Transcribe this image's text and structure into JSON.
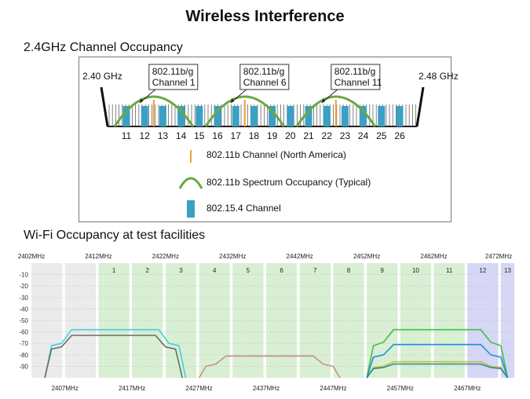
{
  "page": {
    "title": "Wireless Interference",
    "section1_heading": "2.4GHz Channel Occupancy",
    "section2_heading": "Wi-Fi Occupancy at test facilities"
  },
  "colors": {
    "zigbee": "#3aa0c4",
    "spectrum": "#6aa842",
    "channel_line": "#f0a030",
    "wifi_band": "#d9efd4",
    "wifi_band_alt": "#d6d6f6",
    "gray_band": "#ebebeb"
  },
  "chart_data": [
    {
      "type": "diagram",
      "band_start_label": "2.40 GHz",
      "band_end_label": "2.48 GHz",
      "zigbee_channels": [
        "11",
        "12",
        "13",
        "14",
        "15",
        "16",
        "17",
        "18",
        "19",
        "20",
        "21",
        "22",
        "23",
        "24",
        "25",
        "26"
      ],
      "wifi_channels": [
        {
          "label_line1": "802.11b/g",
          "label_line2": "Channel 1",
          "center_between": [
            "12",
            "13"
          ]
        },
        {
          "label_line1": "802.11b/g",
          "label_line2": "Channel 6",
          "center_between": [
            "17",
            "18"
          ]
        },
        {
          "label_line1": "802.11b/g",
          "label_line2": "Channel 11",
          "center_between": [
            "22",
            "23"
          ]
        }
      ],
      "legend": [
        {
          "symbol": "line",
          "label": "802.11b Channel (North America)"
        },
        {
          "symbol": "arc",
          "label": "802.11b Spectrum Occupancy (Typical)"
        },
        {
          "symbol": "bar",
          "label": "802.15.4 Channel"
        }
      ]
    },
    {
      "type": "area",
      "ylim": [
        -100,
        0
      ],
      "y_ticks": [
        -10,
        -20,
        -30,
        -40,
        -50,
        -60,
        -70,
        -80,
        -90
      ],
      "x_range_mhz": [
        2402,
        2474
      ],
      "top_freq_labels": [
        "2402MHz",
        "2412MHz",
        "2422MHz",
        "2432MHz",
        "2442MHz",
        "2452MHz",
        "2462MHz",
        "2472MHz"
      ],
      "top_freq_values": [
        2402,
        2412,
        2422,
        2432,
        2442,
        2452,
        2462,
        2472
      ],
      "bottom_freq_labels": [
        "2407MHz",
        "2417MHz",
        "2427MHz",
        "2437MHz",
        "2447MHz",
        "2457MHz",
        "2467MHz"
      ],
      "bottom_freq_values": [
        2407,
        2417,
        2427,
        2437,
        2447,
        2457,
        2467
      ],
      "channels": [
        {
          "label": "",
          "start": 2402,
          "end": 2406.6,
          "style": "gray"
        },
        {
          "label": "",
          "start": 2407,
          "end": 2411.6,
          "style": "gray"
        },
        {
          "label": "1",
          "start": 2412,
          "end": 2416.6,
          "style": "green"
        },
        {
          "label": "2",
          "start": 2417,
          "end": 2421.6,
          "style": "green"
        },
        {
          "label": "3",
          "start": 2422,
          "end": 2426.6,
          "style": "green"
        },
        {
          "label": "4",
          "start": 2427,
          "end": 2431.6,
          "style": "green"
        },
        {
          "label": "5",
          "start": 2432,
          "end": 2436.6,
          "style": "green"
        },
        {
          "label": "6",
          "start": 2437,
          "end": 2441.6,
          "style": "green"
        },
        {
          "label": "7",
          "start": 2442,
          "end": 2446.6,
          "style": "green"
        },
        {
          "label": "8",
          "start": 2447,
          "end": 2451.6,
          "style": "green"
        },
        {
          "label": "9",
          "start": 2452,
          "end": 2456.6,
          "style": "green"
        },
        {
          "label": "10",
          "start": 2457,
          "end": 2461.6,
          "style": "green"
        },
        {
          "label": "11",
          "start": 2462,
          "end": 2466.6,
          "style": "green"
        },
        {
          "label": "12",
          "start": 2467,
          "end": 2471.6,
          "style": "blue"
        },
        {
          "label": "13",
          "start": 2472,
          "end": 2474,
          "style": "blue"
        }
      ],
      "series": [
        {
          "color": "#40d0e0",
          "points": [
            [
              2404,
              -100
            ],
            [
              2405,
              -72
            ],
            [
              2406.5,
              -70
            ],
            [
              2408,
              -58
            ],
            [
              2421,
              -58
            ],
            [
              2422.5,
              -70
            ],
            [
              2424,
              -72
            ],
            [
              2425,
              -100
            ]
          ]
        },
        {
          "color": "#6a6a6a",
          "points": [
            [
              2404,
              -100
            ],
            [
              2405,
              -75
            ],
            [
              2406.5,
              -73
            ],
            [
              2408,
              -63
            ],
            [
              2420.5,
              -63
            ],
            [
              2422,
              -73
            ],
            [
              2423.5,
              -75
            ],
            [
              2424.5,
              -100
            ]
          ]
        },
        {
          "color": "#c89080",
          "points": [
            [
              2427,
              -100
            ],
            [
              2428,
              -90
            ],
            [
              2429.5,
              -88
            ],
            [
              2431,
              -81
            ],
            [
              2444,
              -81
            ],
            [
              2445.5,
              -88
            ],
            [
              2447,
              -90
            ],
            [
              2448,
              -100
            ]
          ]
        },
        {
          "color": "#40c040",
          "points": [
            [
              2452,
              -100
            ],
            [
              2453,
              -72
            ],
            [
              2454.5,
              -69
            ],
            [
              2456,
              -58
            ],
            [
              2469,
              -58
            ],
            [
              2470.5,
              -69
            ],
            [
              2472,
              -72
            ],
            [
              2473,
              -100
            ]
          ]
        },
        {
          "color": "#2090e0",
          "points": [
            [
              2452,
              -100
            ],
            [
              2453,
              -82
            ],
            [
              2454.5,
              -80
            ],
            [
              2456,
              -71
            ],
            [
              2469,
              -71
            ],
            [
              2470.5,
              -80
            ],
            [
              2472,
              -82
            ],
            [
              2473,
              -100
            ]
          ]
        },
        {
          "color": "#c0c040",
          "points": [
            [
              2452,
              -100
            ],
            [
              2453,
              -91
            ],
            [
              2454.5,
              -90
            ],
            [
              2456,
              -86
            ],
            [
              2469,
              -86
            ],
            [
              2470.5,
              -90
            ],
            [
              2472,
              -91
            ],
            [
              2473,
              -100
            ]
          ]
        },
        {
          "color": "#2a8a8a",
          "points": [
            [
              2452,
              -100
            ],
            [
              2453,
              -92
            ],
            [
              2454.5,
              -91
            ],
            [
              2456,
              -88
            ],
            [
              2469,
              -88
            ],
            [
              2470.5,
              -91
            ],
            [
              2472,
              -92
            ],
            [
              2473,
              -100
            ]
          ]
        }
      ]
    }
  ]
}
